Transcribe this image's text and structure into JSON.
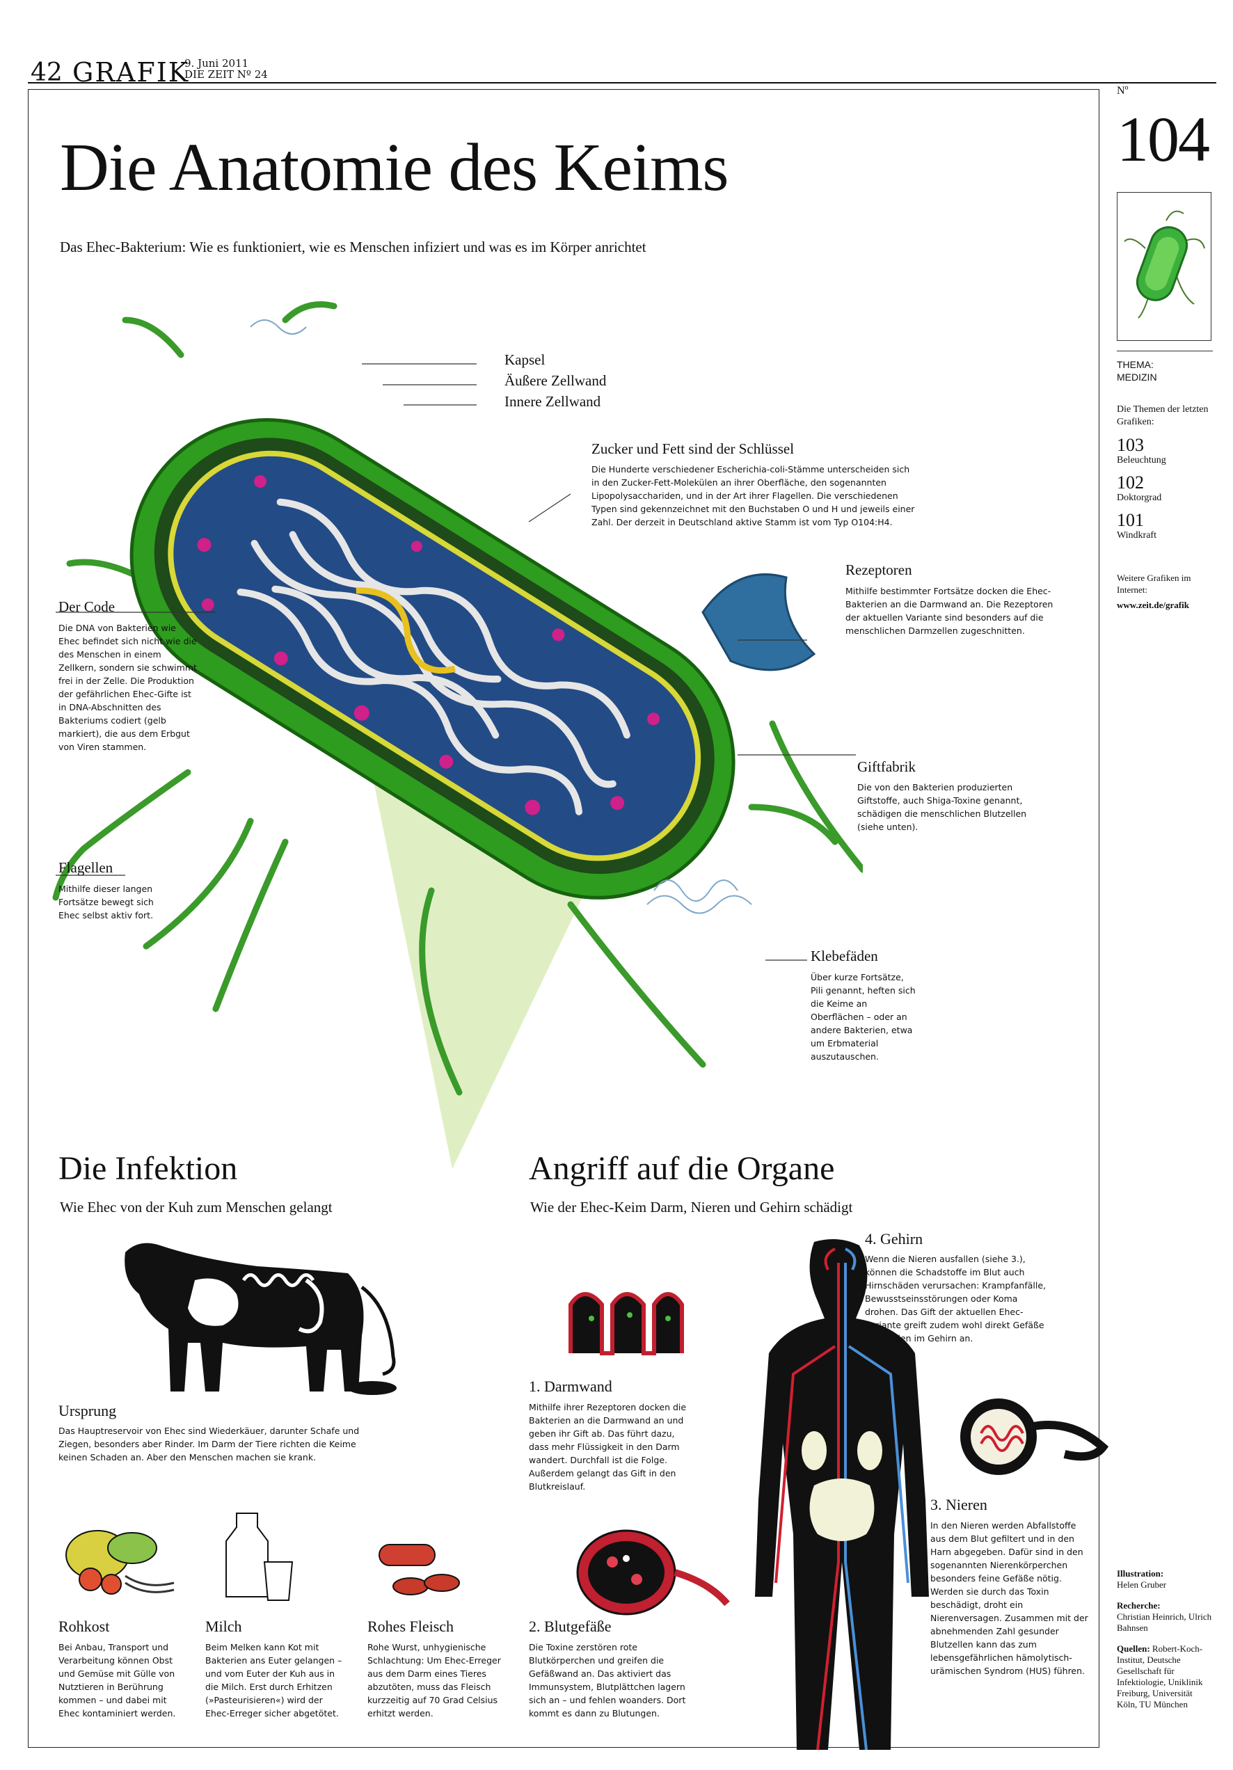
{
  "header": {
    "page_number": "42",
    "section": "GRAFIK",
    "date": "9. Juni 2011",
    "paper": "DIE ZEIT",
    "issue": "Nº 24"
  },
  "title": "Die Anatomie des Keims",
  "subtitle": "Das Ehec-Bakterium: Wie es funktioniert, wie es Menschen infiziert und was es im Körper anrichtet",
  "sidebar": {
    "no_label": "Nº",
    "number": "104",
    "thema_label": "THEMA:",
    "thema_value": "MEDIZIN",
    "recent_label": "Die Themen der letzten Grafiken:",
    "recent": [
      {
        "number": "103",
        "topic": "Beleuchtung"
      },
      {
        "number": "102",
        "topic": "Doktorgrad"
      },
      {
        "number": "101",
        "topic": "Windkraft"
      }
    ],
    "more_label": "Weitere Grafiken im Internet:",
    "more_url": "www.zeit.de/grafik",
    "credits": [
      {
        "label": "Illustration:",
        "text": "Helen Gruber"
      },
      {
        "label": "Recherche:",
        "text": "Christian Heinrich, Ulrich Bahnsen"
      },
      {
        "label": "Quellen:",
        "text": "Robert-Koch-Institut, Deutsche Gesellschaft für Infektiologie, Uniklinik Freiburg, Universität Köln, TU München"
      }
    ]
  },
  "bacterium": {
    "kapsel": "Kapsel",
    "aeussere": "Äußere Zellwand",
    "innere": "Innere Zellwand",
    "zucker_head": "Zucker und Fett sind der Schlüssel",
    "zucker_text": "Die Hunderte verschiedener Escherichia-coli-Stämme unterscheiden sich in den Zucker-Fett-Molekülen an ihrer Oberfläche, den sogenannten Lipopolysacchariden, und in der Art ihrer Flagellen. Die verschiedenen Typen sind gekennzeichnet mit den Buchstaben O und H und jeweils einer Zahl. Der derzeit in Deutschland aktive Stamm ist vom Typ O104:H4.",
    "code_head": "Der Code",
    "code_text": "Die DNA von Bakterien wie Ehec befindet sich nicht wie die des Menschen in einem Zellkern, sondern sie schwimmt frei in der Zelle. Die Produktion der gefährlichen Ehec-Gifte ist in DNA-Abschnitten des Bakteriums codiert (gelb markiert), die aus dem Erbgut von Viren stammen.",
    "rez_head": "Rezeptoren",
    "rez_text": "Mithilfe bestimmter Fortsätze docken die Ehec-Bakterien an die Darmwand an. Die Rezeptoren der aktuellen Variante sind besonders auf die menschlichen Darmzellen zugeschnitten.",
    "gift_head": "Giftfabrik",
    "gift_text": "Die von den Bakterien produzierten Giftstoffe, auch Shiga-Toxine genannt, schädigen die menschlichen Blutzellen (siehe unten).",
    "flag_head": "Flagellen",
    "flag_text": "Mithilfe dieser langen Fortsätze bewegt sich Ehec selbst aktiv fort.",
    "kleb_head": "Klebefäden",
    "kleb_text": "Über kurze Fortsätze, Pili genannt, heften sich die Keime an Oberflächen – oder an andere Bakterien, etwa um Erbmaterial auszutauschen."
  },
  "infektion": {
    "title": "Die Infektion",
    "sub": "Wie Ehec von der Kuh zum Menschen gelangt",
    "ursprung_head": "Ursprung",
    "ursprung_text": "Das Hauptreservoir von Ehec sind Wiederkäuer, darunter Schafe und Ziegen, besonders aber Rinder. Im Darm der Tiere richten die Keime keinen Schaden an. Aber den Menschen machen sie krank.",
    "items": [
      {
        "head": "Rohkost",
        "text": "Bei Anbau, Transport und Verarbeitung können Obst und Gemüse mit Gülle von Nutztieren in Berührung kommen – und dabei mit Ehec kontaminiert werden."
      },
      {
        "head": "Milch",
        "text": "Beim Melken kann Kot mit Bakterien ans Euter gelangen – und vom Euter der Kuh aus in die Milch. Erst durch Erhitzen (»Pasteurisieren«) wird der Ehec-Erreger sicher abgetötet."
      },
      {
        "head": "Rohes Fleisch",
        "text": "Rohe Wurst, unhygienische Schlachtung: Um Ehec-Erreger aus dem Darm eines Tieres abzutöten, muss das Fleisch kurzzeitig auf 70 Grad Celsius erhitzt werden."
      }
    ]
  },
  "organe": {
    "title": "Angriff auf die Organe",
    "sub": "Wie der Ehec-Keim Darm, Nieren und Gehirn schädigt",
    "darm_head": "1. Darmwand",
    "darm_text": "Mithilfe ihrer Rezeptoren docken die Bakterien an die Darmwand an und geben ihr Gift ab. Das führt dazu, dass mehr Flüssigkeit in den Darm wandert. Durchfall ist die Folge. Außerdem gelangt das Gift in den Blutkreislauf.",
    "blut_head": "2. Blutgefäße",
    "blut_text": "Die Toxine zerstören rote Blutkörperchen und greifen die Gefäßwand an. Das aktiviert das Immunsystem, Blutplättchen lagern sich an – und fehlen woanders. Dort kommt es dann zu Blutungen.",
    "nieren_head": "3. Nieren",
    "nieren_text": "In den Nieren werden Abfallstoffe aus dem Blut gefiltert und in den Harn abgegeben. Dafür sind in den sogenannten Nierenkörperchen besonders feine Gefäße nötig. Werden sie durch das Toxin beschädigt, droht ein Nierenversagen. Zusammen mit der abnehmenden Zahl gesunder Blutzellen kann das zum lebensgefährlichen hämolytisch-urämischen Syndrom (HUS) führen.",
    "gehirn_head": "4. Gehirn",
    "gehirn_text": "Wenn die Nieren ausfallen (siehe 3.), können die Schadstoffe im Blut auch Hirnschäden verursachen: Krampfanfälle, Bewusstseinsstörungen oder Koma drohen. Das Gift der aktuellen Ehec-Variante greift zudem wohl direkt Gefäße und Zellen im Gehirn an."
  }
}
